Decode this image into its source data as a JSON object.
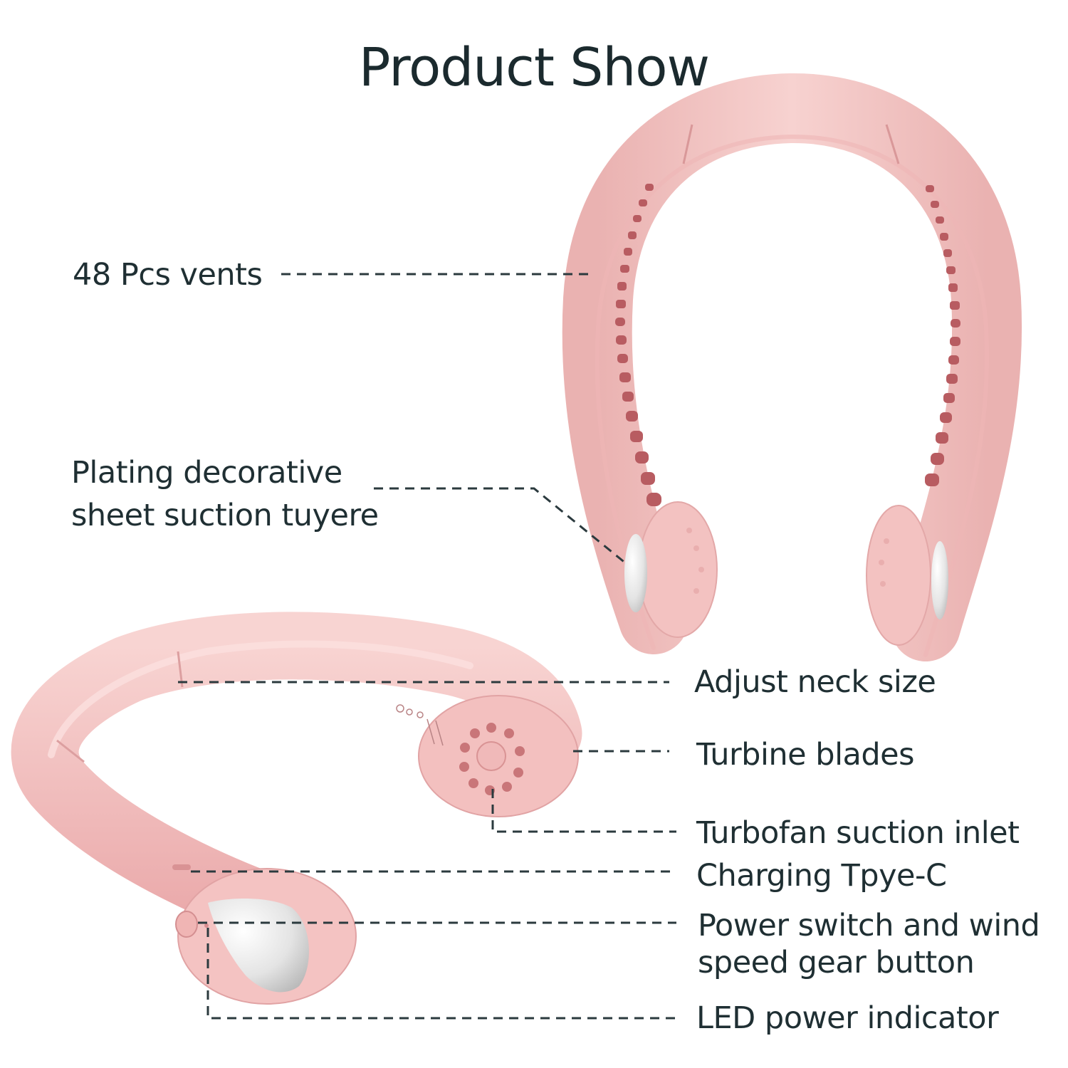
{
  "title": "Product Show",
  "labels": {
    "vents": "48 Pcs vents",
    "plating_line1": "Plating decorative",
    "plating_line2": "sheet suction tuyere",
    "adjust": "Adjust neck size",
    "turbine": "Turbine blades",
    "turbofan": "Turbofan suction inlet",
    "charging": "Charging Tpye-C",
    "power_line1": "Power switch and wind",
    "power_line2": "speed gear button",
    "led": "LED power indicator"
  },
  "colors": {
    "product_pink": "#f4c4c2",
    "product_shadow": "#e5a6a6",
    "vent_hole": "#b85c61",
    "leader_line": "#2b3a3e",
    "text": "#1f2f33"
  }
}
